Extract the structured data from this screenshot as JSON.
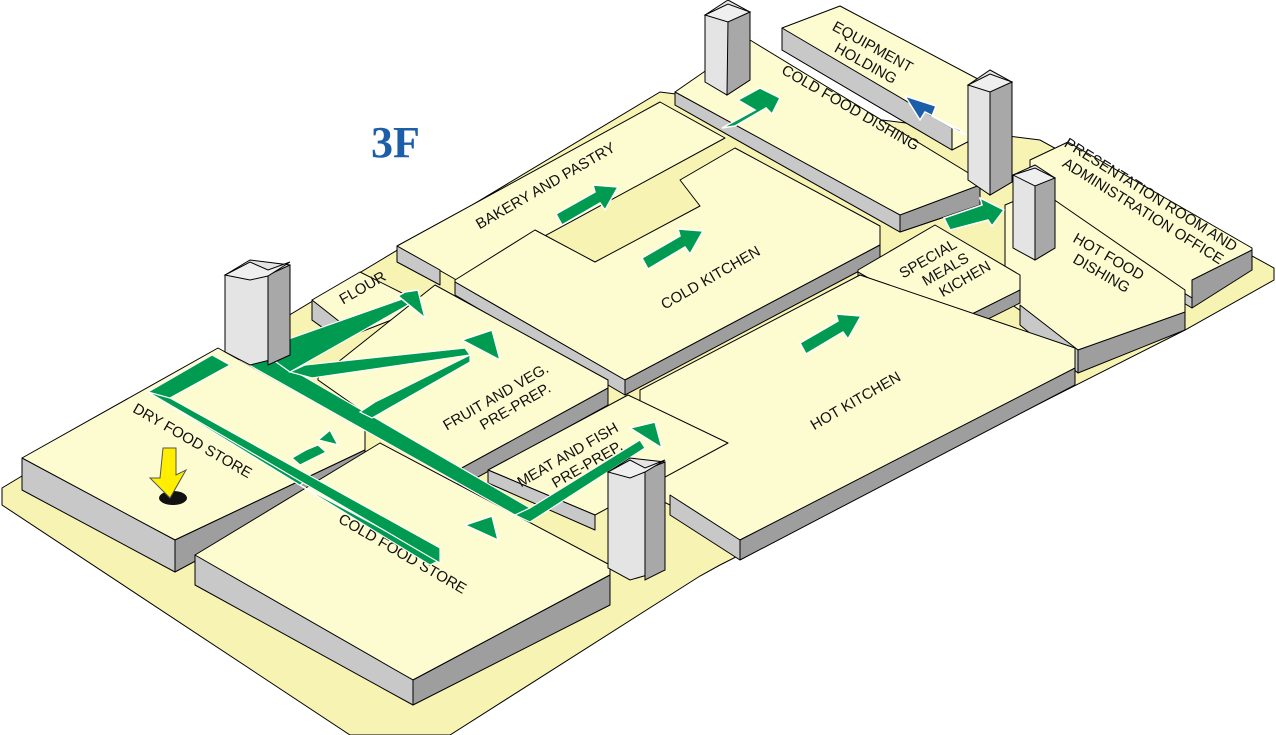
{
  "floor": "3F",
  "rooms": {
    "equipment_holding": [
      "EQUIPMENT",
      "HOLDING"
    ],
    "cold_food_dishing": "COLD FOOD DISHING",
    "bakery_and_pastry": "BAKERY AND PASTRY",
    "presentation_room": [
      "PRESENTATION ROOM AND",
      "ADMINISTRATION OFFICE"
    ],
    "flour": "FLOUR",
    "cold_kitchen": "COLD KITCHEN",
    "special_meals": [
      "SPECIAL",
      "MEALS",
      "KICHEN"
    ],
    "hot_food_dishing": [
      "HOT FOOD",
      "DISHING"
    ],
    "fruit_and_veg": [
      "FRUIT AND VEG.",
      "PRE-PREP."
    ],
    "dry_food_store": "DRY FOOD STORE",
    "meat_and_fish": [
      "MEAT AND FISH",
      "PRE-PREP."
    ],
    "hot_kitchen": "HOT KITCHEN",
    "cold_food_store": "COLD FOOD STORE"
  },
  "colors": {
    "room_top": "#fdfbd0",
    "base": "#f7f3b2",
    "flow_arrow": "#009a50",
    "entry_arrow": "#1c5fa8",
    "entrance_marker": "#ffee00",
    "floor_label": "#1c5fa8"
  },
  "icons": {
    "flow": "green-flow-arrow",
    "entry": "blue-arrow-icon",
    "entrance": "yellow-down-arrow-icon",
    "lift": "lift-shaft"
  }
}
